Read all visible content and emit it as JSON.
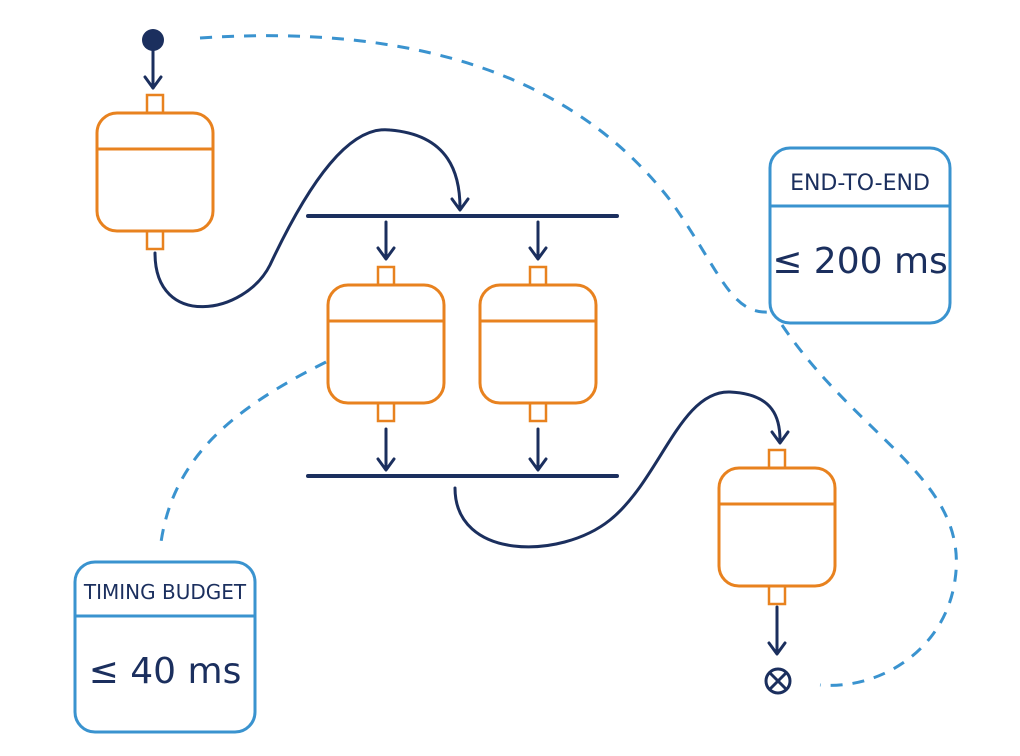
{
  "colors": {
    "navy": "#1b2f5e",
    "orange": "#e8821f",
    "blue": "#3a93cf"
  },
  "icons": {
    "initial": "filled-circle-icon",
    "final": "circled-x-icon",
    "activity": "activity-node-icon"
  },
  "notes": {
    "end_to_end": {
      "title": "END-TO-END",
      "value": "≤ 200 ms"
    },
    "timing_budget": {
      "title": "TIMING BUDGET",
      "value": "≤ 40 ms"
    }
  }
}
